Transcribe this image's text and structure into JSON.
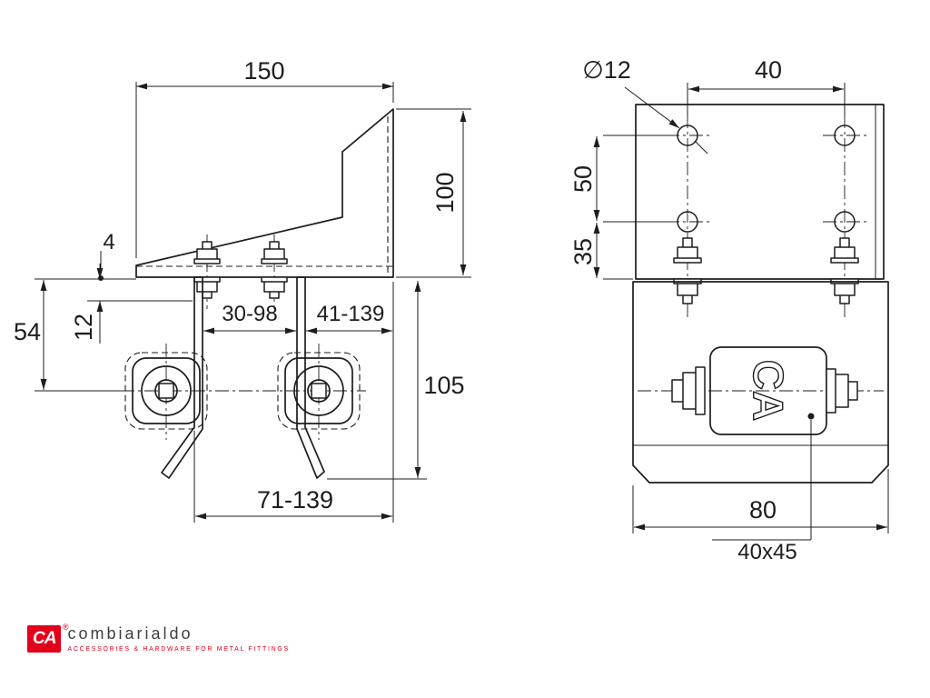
{
  "drawing": {
    "line_color": "#1d1d1b",
    "accent_color": "#e2001a"
  },
  "front_view": {
    "dims": {
      "width_top": "150",
      "height_wall": "100",
      "plate_thickness": "4",
      "offset_12": "12",
      "drop_54": "54",
      "range_inner": "30-98",
      "range_right": "41-139",
      "height_105": "105",
      "range_bottom": "71-139"
    }
  },
  "side_view": {
    "dims": {
      "hole_diameter": "∅12",
      "hole_spacing_h": "40",
      "hole_spacing_v": "50",
      "hole_to_edge": "35",
      "body_width": "80",
      "rail_size": "40x45"
    },
    "block_label": "CA"
  },
  "logo": {
    "mark": "CA",
    "registered": "®",
    "name": "combiarialdo",
    "tagline": "accessories & hardware for metal fittings"
  }
}
